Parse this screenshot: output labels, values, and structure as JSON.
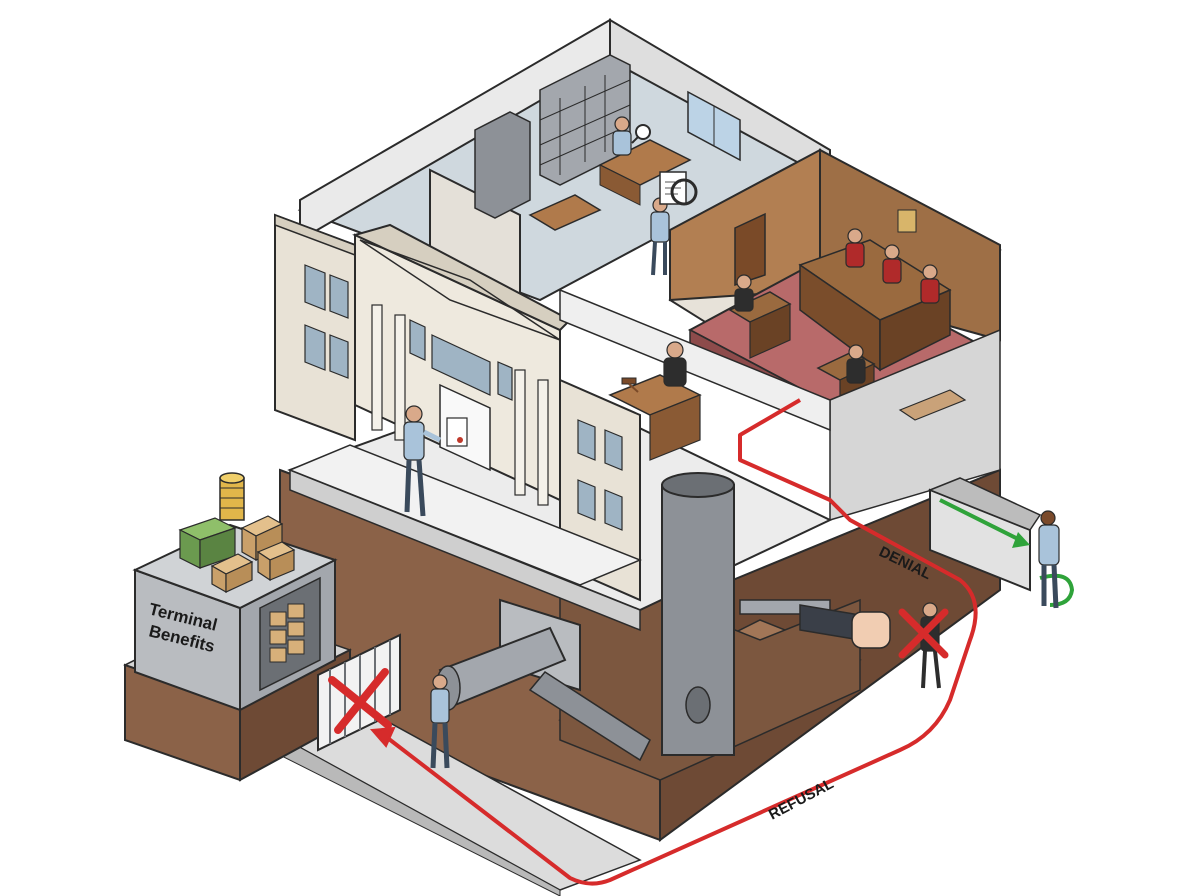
{
  "labels": {
    "vault": [
      "Terminal",
      "Benefits"
    ],
    "denial": "DENIAL",
    "refusal": "REFUSAL"
  },
  "colors": {
    "outline": "#2b2b2b",
    "earth": "#8b6248",
    "earth_dark": "#6e4a35",
    "facade": "#e8e2d6",
    "wall_light": "#d9d4cb",
    "floor_blue": "#cfd8de",
    "court_wall": "#b27f52",
    "court_floor": "#b86a6a",
    "wood": "#8a5a34",
    "pipe": "#8d9197",
    "steel": "#b9bcc0",
    "arrow_red": "#d62b2b",
    "arrow_green": "#2fa33a",
    "shirt_blue": "#a9c3da",
    "robe_red": "#b02a2a",
    "cash_green": "#6b9a4f",
    "coin_gold": "#e1b64a",
    "box_tan": "#d7b07a"
  },
  "icons": [
    "file-cabinet-icon",
    "magnifier-icon",
    "document-icon",
    "gavel-icon",
    "emblem-icon",
    "cross-icon",
    "fist-icon",
    "coin-stack-icon",
    "cash-bundle-icon",
    "rupee-box-icon"
  ]
}
